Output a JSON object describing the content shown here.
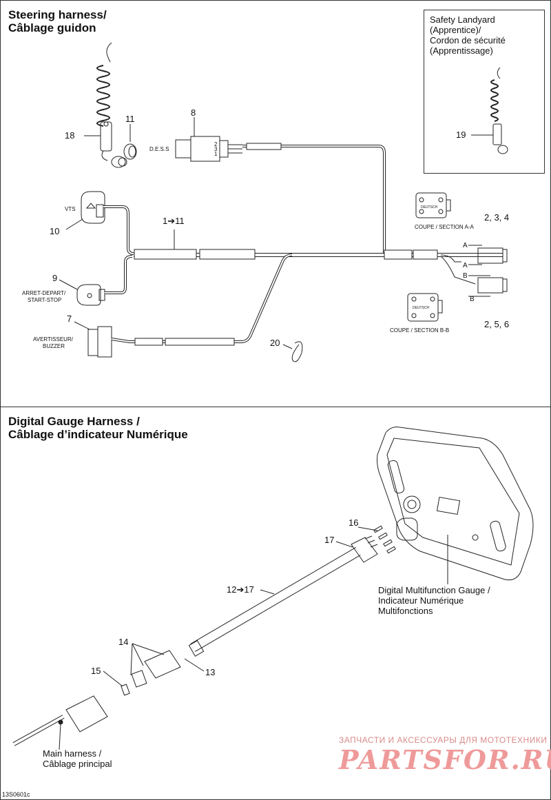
{
  "top_section": {
    "title_line1": "Steering harness/",
    "title_line2": "Câblage guidon"
  },
  "inset": {
    "line1": "Safety Landyard",
    "line2": "(Apprentice)/",
    "line3": "Cordon de sécurité",
    "line4": "(Apprentissage)",
    "part": "19"
  },
  "parts": {
    "p18": "18",
    "p11": "11",
    "p8": "8",
    "dess": "D.E.S.S",
    "vts": "VTS",
    "p10": "10",
    "range1": "1➔11",
    "p9": "9",
    "arret_line1": "ARRET-DEPART/",
    "arret_line2": "START-STOP",
    "p7": "7",
    "buzzer_line1": "AVERTISSEUR/",
    "buzzer_line2": "BUZZER",
    "p20": "20",
    "coupe_a": "COUPE / SECTION A-A",
    "coupe_b": "COUPE / SECTION B-B",
    "deutsch": "DEUTSCH",
    "a_label": "A",
    "b_label": "B",
    "p234": "2, 3, 4",
    "p256": "2, 5, 6",
    "pin1": "1",
    "pin2": "2",
    "pin3": "3"
  },
  "bottom_section": {
    "title_line1": "Digital Gauge Harness /",
    "title_line2": "Câblage d’indicateur Numérique",
    "p16": "16",
    "p17": "17",
    "range12": "12➔17",
    "gauge_line1": "Digital Multifunction Gauge /",
    "gauge_line2": "Indicateur Numérique",
    "gauge_line3": "Multifonctions",
    "p14": "14",
    "p15": "15",
    "p13": "13",
    "main_line1": "Main harness /",
    "main_line2": "Câblage principal"
  },
  "footer": {
    "figure_id": "13S0601c",
    "watermark_top": "ЗАПЧАСТИ И АКСЕССУАРЫ ДЛЯ МОТОТЕХНИКИ",
    "watermark_logo": "PARTSFOR.RU"
  },
  "colors": {
    "line": "#222222",
    "watermark": "#ef9a9a"
  }
}
